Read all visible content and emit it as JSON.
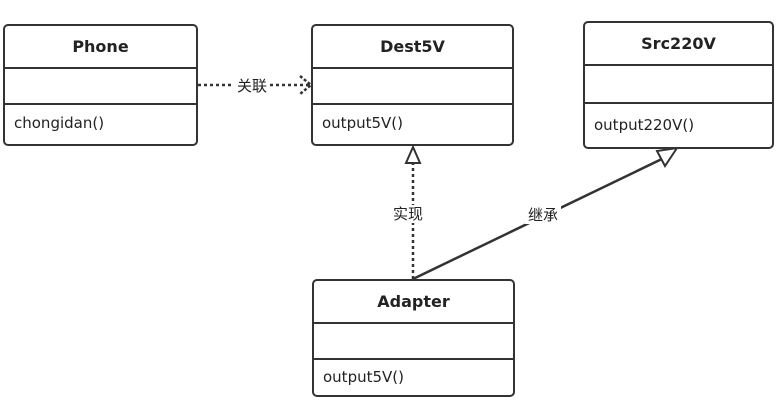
{
  "classes": {
    "phone": {
      "name": "Phone",
      "methods": [
        "chongidan()"
      ]
    },
    "dest5v": {
      "name": "Dest5V",
      "methods": [
        "output5V()"
      ]
    },
    "src220v": {
      "name": "Src220V",
      "methods": [
        "output220V()"
      ]
    },
    "adapter": {
      "name": "Adapter",
      "methods": [
        "output5V()"
      ]
    }
  },
  "relations": {
    "association": {
      "label": "关联"
    },
    "realization": {
      "label": "实现"
    },
    "inheritance": {
      "label": "继承"
    }
  }
}
